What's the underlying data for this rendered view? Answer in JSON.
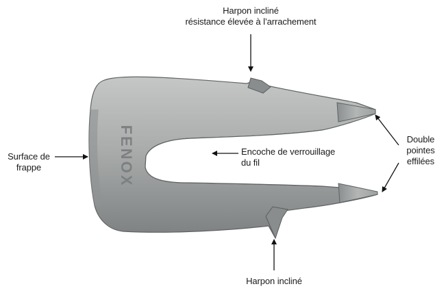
{
  "labels": {
    "top_barb": [
      "Harpon incliné",
      "résistance élevée à l’arrachement"
    ],
    "bottom_barb": "Harpon incliné",
    "strike_surface": [
      "Surface de",
      "frappe"
    ],
    "notch": [
      "Encoche de verrouillage",
      "du fil"
    ],
    "points": [
      "Double",
      "pointes",
      "effilées"
    ]
  },
  "staple": {
    "embossed_text": "FENOX"
  },
  "colors": {
    "metal_base": "#a5a8a8",
    "metal_light": "#c9cbca",
    "metal_dark": "#6e7172",
    "arrow": "#111111",
    "text": "#1a1a1a",
    "background": "#ffffff"
  }
}
